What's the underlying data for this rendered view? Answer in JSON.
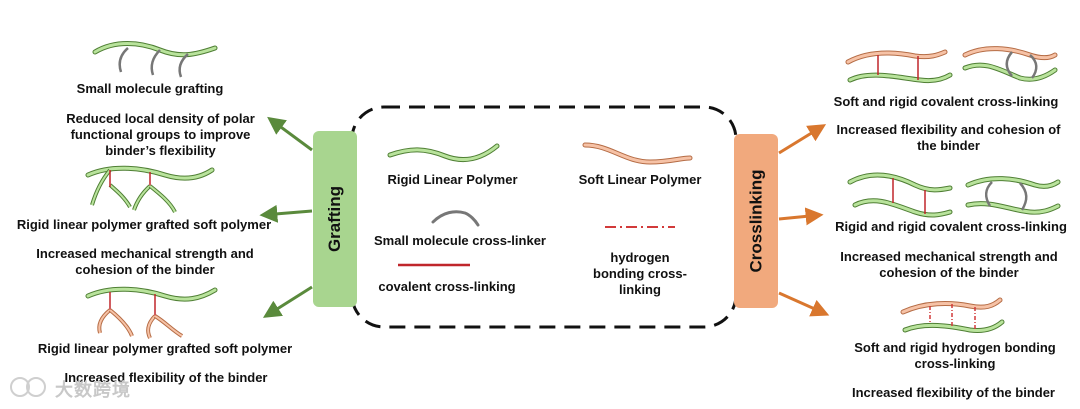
{
  "center": {
    "rigid_label": "Rigid Linear Polymer",
    "soft_label": "Soft Linear Polymer",
    "small_label": "Small molecule cross-linker",
    "covalent_label": "covalent cross-linking",
    "hbond_label": "hydrogen bonding cross-linking"
  },
  "left": {
    "tab": "Grafting",
    "items": [
      {
        "title": "Small molecule grafting",
        "desc": "Reduced local density of polar functional groups to improve binder’s flexibility"
      },
      {
        "title": "Rigid linear polymer grafted soft polymer",
        "desc": "Increased mechanical strength and cohesion of the binder"
      },
      {
        "title": "Rigid linear polymer grafted soft polymer",
        "desc": "Increased flexibility of the binder"
      }
    ]
  },
  "right": {
    "tab": "Crosslinking",
    "items": [
      {
        "title": "Soft and rigid covalent cross-linking",
        "desc": "Increased flexibility and cohesion of the binder"
      },
      {
        "title": "Rigid and rigid covalent cross-linking",
        "desc": "Increased mechanical strength and cohesion of the binder"
      },
      {
        "title": "Soft and rigid hydrogen bonding cross-linking",
        "desc": "Increased flexibility of the binder"
      }
    ]
  },
  "watermark": "大数跨境",
  "colors": {
    "rigid": "#9bd17a",
    "soft": "#efa47f",
    "small_linker": "#7a7a7a",
    "covalent": "#c0262b",
    "hbond": "#d23a3a",
    "graft_tab": "#a8d58f",
    "crosslink_tab": "#f1a97d",
    "graft_arrow": "#5a8a3c",
    "crosslink_arrow": "#d9772e"
  }
}
